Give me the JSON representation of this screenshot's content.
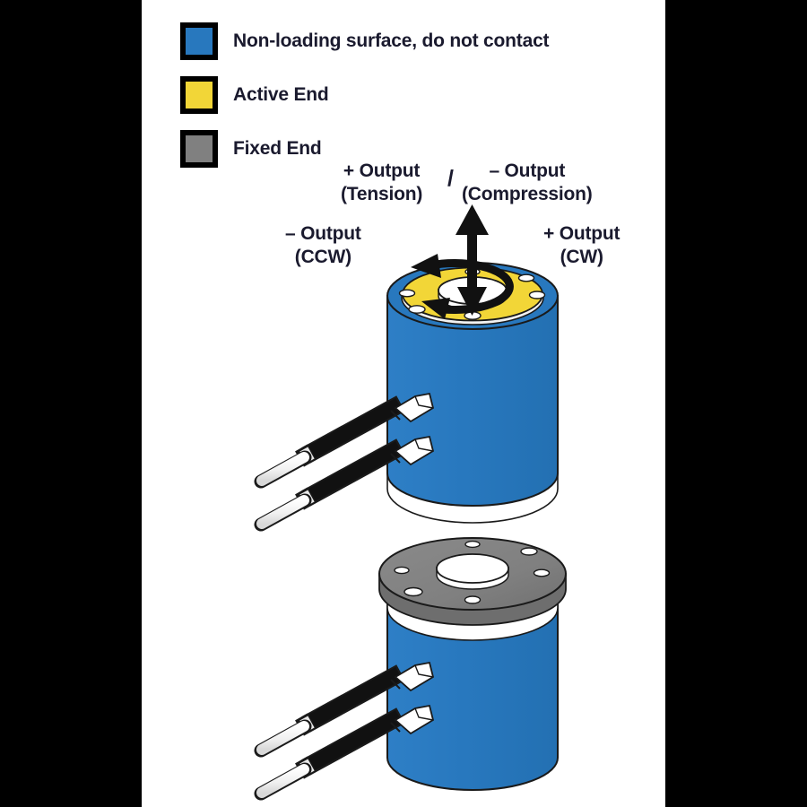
{
  "figure": {
    "title": "Load cell loading-direction and output-polarity diagram",
    "background_color": "#FFFFFF",
    "border_color": "#000000"
  },
  "colors": {
    "blue_body": "#2878BE",
    "blue_body_dark": "#1E5F99",
    "yellow_active": "#F2D637",
    "gray_fixed": "#808080",
    "gray_fixed_dark": "#6E6E6E",
    "outline": "#1A1A1A",
    "white": "#FFFFFF",
    "text": "#1A1A2E"
  },
  "legend": {
    "items": [
      {
        "swatch_color": "#2878BE",
        "label": "Non-loading surface, do not contact",
        "name": "non-loading-surface"
      },
      {
        "swatch_color": "#F2D637",
        "label": "Active End",
        "name": "active-end"
      },
      {
        "swatch_color": "#808080",
        "label": "Fixed End",
        "name": "fixed-end"
      }
    ]
  },
  "callouts": {
    "tension": {
      "line1": "+ Output",
      "line2": "(Tension)"
    },
    "separator": "/",
    "compression": {
      "line1": "– Output",
      "line2": "(Compression)"
    },
    "ccw": {
      "line1": "– Output",
      "line2": "(CCW)"
    },
    "cw": {
      "line1": "+ Output",
      "line2": "(CW)"
    }
  },
  "arrows": {
    "axial": {
      "type": "double-headed-vertical",
      "meaning": "tension up / compression down"
    },
    "torsion": {
      "type": "curved-bidirectional",
      "meaning": "clockwise / counter-clockwise rotation"
    }
  },
  "objects": [
    {
      "name": "upper-load-cell",
      "end_type": "Active End",
      "end_color": "#F2D637",
      "body_color": "#2878BE",
      "bolt_hole_count": 6,
      "has_center_hole": true,
      "cable_count": 2
    },
    {
      "name": "lower-load-cell",
      "end_type": "Fixed End",
      "end_color": "#808080",
      "body_color": "#2878BE",
      "bolt_hole_count": 6,
      "has_center_hole": true,
      "cable_count": 2
    }
  ]
}
